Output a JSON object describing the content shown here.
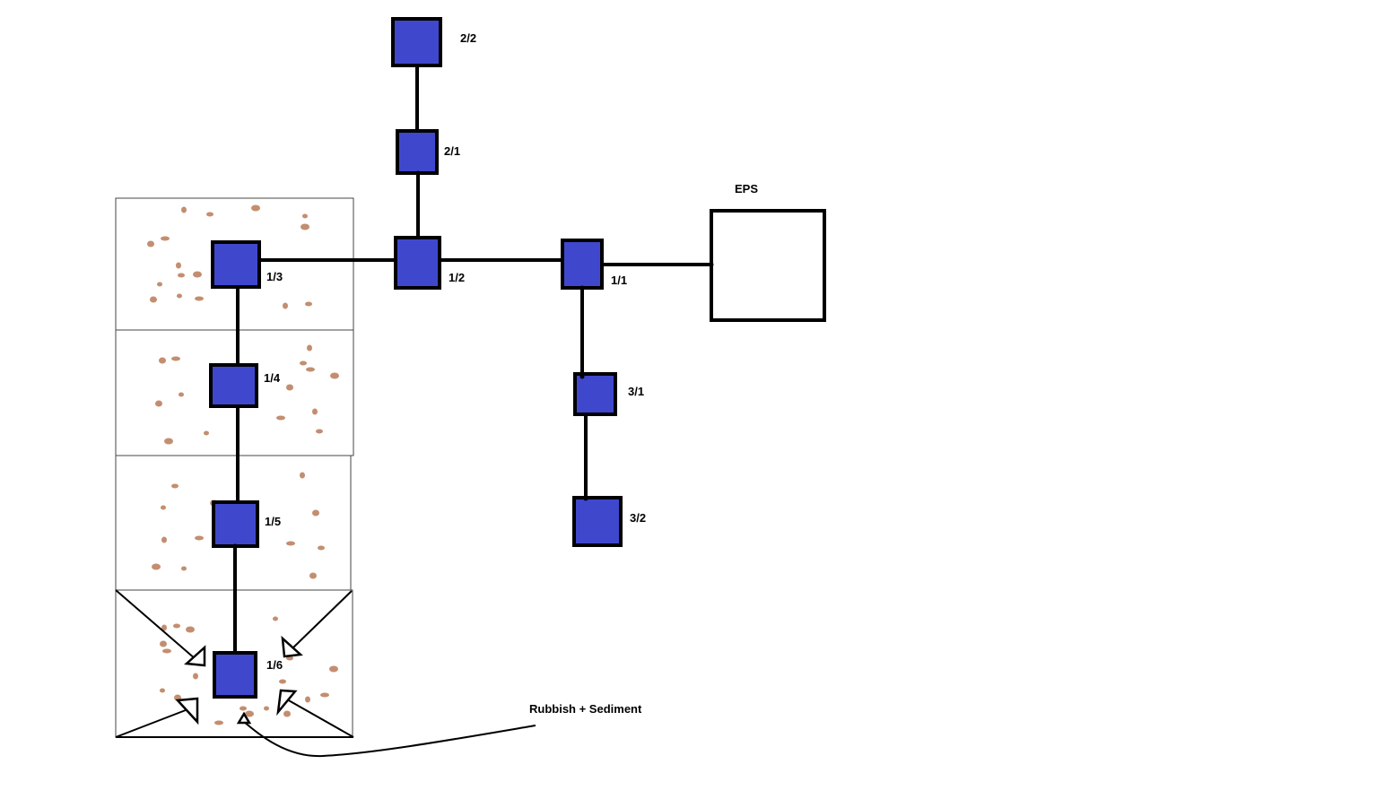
{
  "colors": {
    "node_fill": "#3f48cc",
    "sediment_dot": "#b97a57",
    "line": "#000000",
    "background": "#ffffff"
  },
  "nodes": {
    "n2_2": {
      "label": "2/2"
    },
    "n2_1": {
      "label": "2/1"
    },
    "n1_1": {
      "label": "1/1"
    },
    "n1_2": {
      "label": "1/2"
    },
    "n1_3": {
      "label": "1/3"
    },
    "n1_4": {
      "label": "1/4"
    },
    "n1_5": {
      "label": "1/5"
    },
    "n1_6": {
      "label": "1/6"
    },
    "n3_1": {
      "label": "3/1"
    },
    "n3_2": {
      "label": "3/2"
    }
  },
  "eps": {
    "label": "EPS"
  },
  "annotation": {
    "label": "Rubbish + Sediment"
  }
}
